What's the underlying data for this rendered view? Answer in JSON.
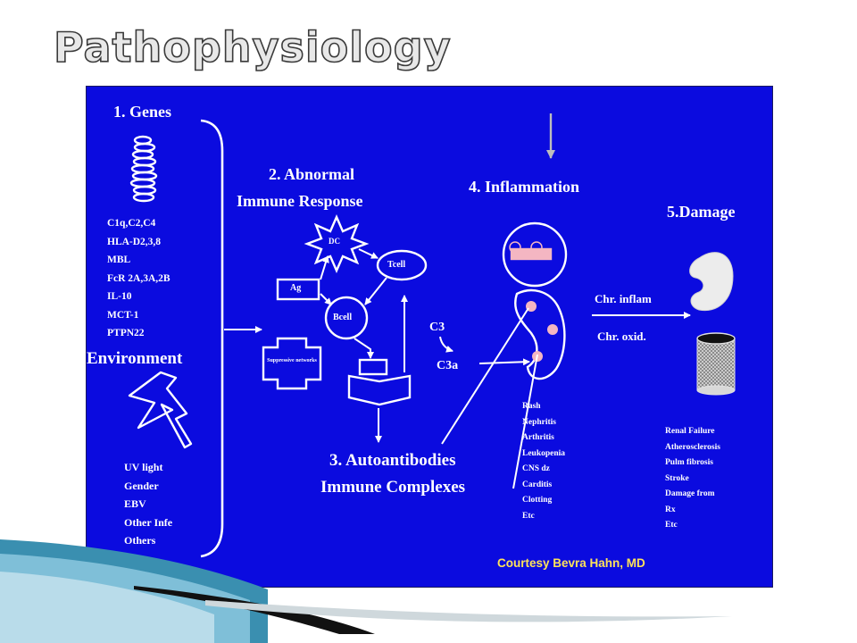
{
  "slide": {
    "title": "Pathophysiology"
  },
  "diagram": {
    "genes": {
      "heading": "1. Genes",
      "items": [
        "C1q,C2,C4",
        "HLA-D2,3,8",
        "MBL",
        "FcR 2A,3A,2B",
        "IL-10",
        "MCT-1",
        "PTPN22"
      ]
    },
    "environment": {
      "heading": "Environment",
      "items": [
        "UV light",
        "Gender",
        "EBV",
        "Other Infe",
        "Others"
      ]
    },
    "immune_response": {
      "heading_line1": "2. Abnormal",
      "heading_line2": "Immune Response",
      "nodes": {
        "dc": "DC",
        "tcell": "Tcell",
        "ag": "Ag",
        "bcell": "Bcell"
      },
      "suppressive": "Suppressive networks"
    },
    "autoantibodies": {
      "heading_line1": "3. Autoantibodies",
      "heading_line2": "Immune Complexes"
    },
    "inflammation": {
      "heading": "4. Inflammation",
      "c3": "C3",
      "c3a": "C3a",
      "symptoms": [
        "Rash",
        "Nephritis",
        "Arthritis",
        "Leukopenia",
        "CNS dz",
        "Carditis",
        "Clotting",
        "Etc"
      ]
    },
    "damage": {
      "heading": "5.Damage",
      "arrow_label_1": "Chr. inflam",
      "arrow_label_2": "Chr. oxid.",
      "items": [
        "Renal Failure",
        "Atherosclerosis",
        "Pulm fibrosis",
        "Stroke",
        "Damage from",
        "Rx",
        "Etc"
      ]
    },
    "credit": "Courtesy Bevra Hahn, MD"
  },
  "colors": {
    "figure_background": "#0b0bdf",
    "text": "#ffffff",
    "credit": "#ffe35a",
    "title_fill": "#e8e8e8",
    "title_outline": "#3a3a3a",
    "accent_pink": "#f4b6c2",
    "deco_teal": "#3a8fb0"
  }
}
